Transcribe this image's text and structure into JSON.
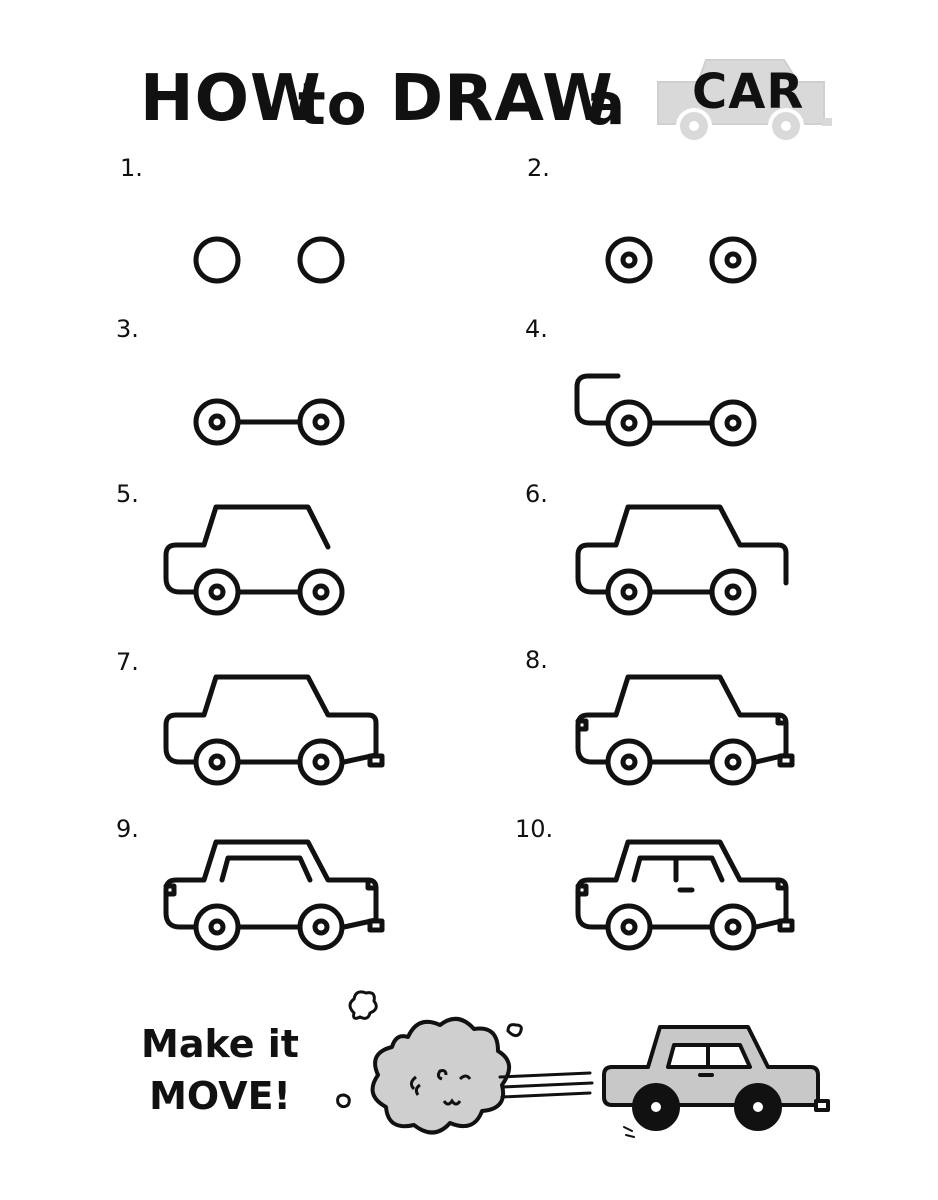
{
  "title": {
    "part1": "HOW",
    "part2": "to",
    "part3": "DRAW",
    "part4": "a",
    "car_word": "CAR"
  },
  "steps": [
    {
      "number": "1."
    },
    {
      "number": "2."
    },
    {
      "number": "3."
    },
    {
      "number": "4."
    },
    {
      "number": "5."
    },
    {
      "number": "6."
    },
    {
      "number": "7."
    },
    {
      "number": "8."
    },
    {
      "number": "9."
    },
    {
      "number": "10."
    }
  ],
  "make_it_move": {
    "line1": "Make it",
    "line2": "MOVE!"
  },
  "colors": {
    "ink": "#111111",
    "title_car_fill": "#d9d9d9",
    "final_car_fill": "#c8c8c8",
    "smoke_fill": "#cfcfcf"
  }
}
